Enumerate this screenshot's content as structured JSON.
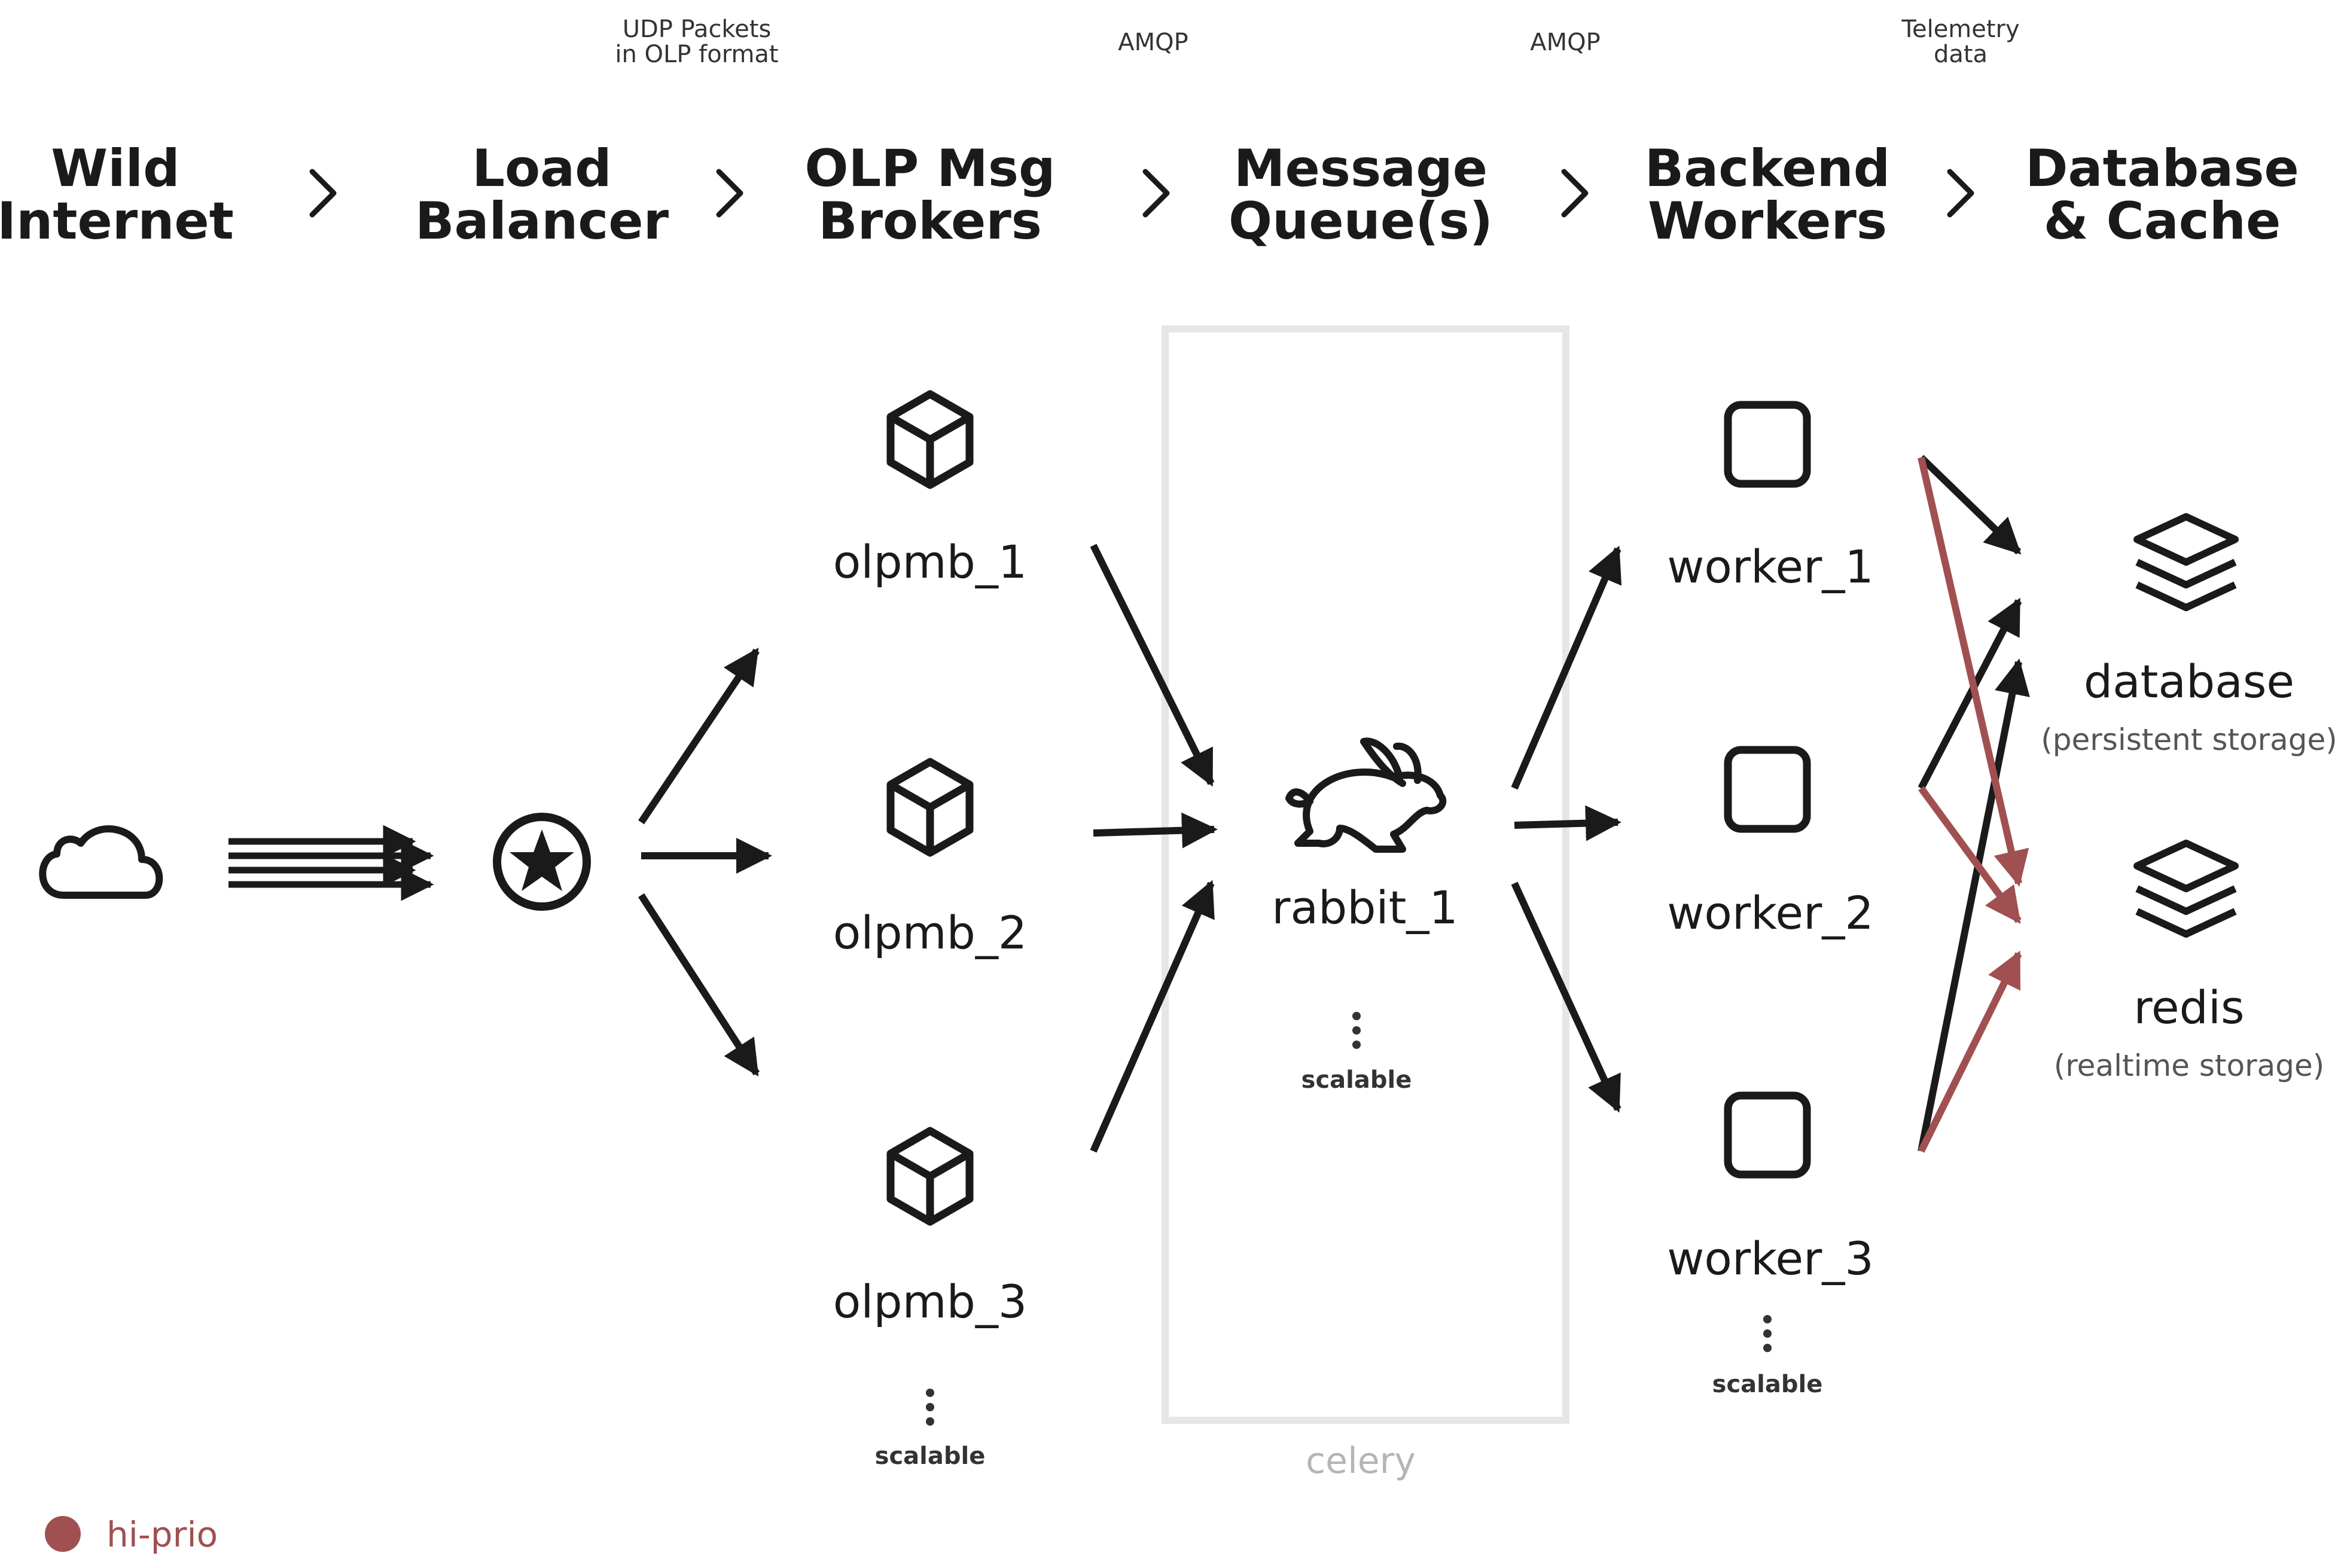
{
  "colors": {
    "ink": "#1a1a1a",
    "hi_prio": "#a05050",
    "box": "#e6e6e6"
  },
  "stages": [
    {
      "line1": "Wild",
      "line2": "Internet"
    },
    {
      "line1": "Load",
      "line2": "Balancer"
    },
    {
      "line1": "OLP Msg",
      "line2": "Brokers"
    },
    {
      "line1": "Message",
      "line2": "Queue(s)"
    },
    {
      "line1": "Backend",
      "line2": "Workers"
    },
    {
      "line1": "Database",
      "line2": "& Cache"
    }
  ],
  "protocols": [
    {
      "line1": "UDP Packets",
      "line2": "in OLP format"
    },
    {
      "line1": "AMQP",
      "line2": ""
    },
    {
      "line1": "AMQP",
      "line2": ""
    },
    {
      "line1": "Telemetry",
      "line2": "data"
    }
  ],
  "nodes": {
    "brokers": [
      "olpmb_1",
      "olpmb_2",
      "olpmb_3"
    ],
    "queue": "rabbit_1",
    "workers": [
      "worker_1",
      "worker_2",
      "worker_3"
    ],
    "stores": [
      {
        "name": "database",
        "note": "(persistent storage)",
        "icon": "layers-icon"
      },
      {
        "name": "redis",
        "note": "(realtime storage)",
        "icon": "layers-icon"
      }
    ]
  },
  "scalable_label": "scalable",
  "celery_label": "celery",
  "legend": {
    "label": "hi-prio"
  },
  "icons": [
    "cloud-icon",
    "star-circle-icon",
    "cube-icon",
    "rabbit-icon",
    "square-icon",
    "layers-icon",
    "chevron-right-icon"
  ]
}
